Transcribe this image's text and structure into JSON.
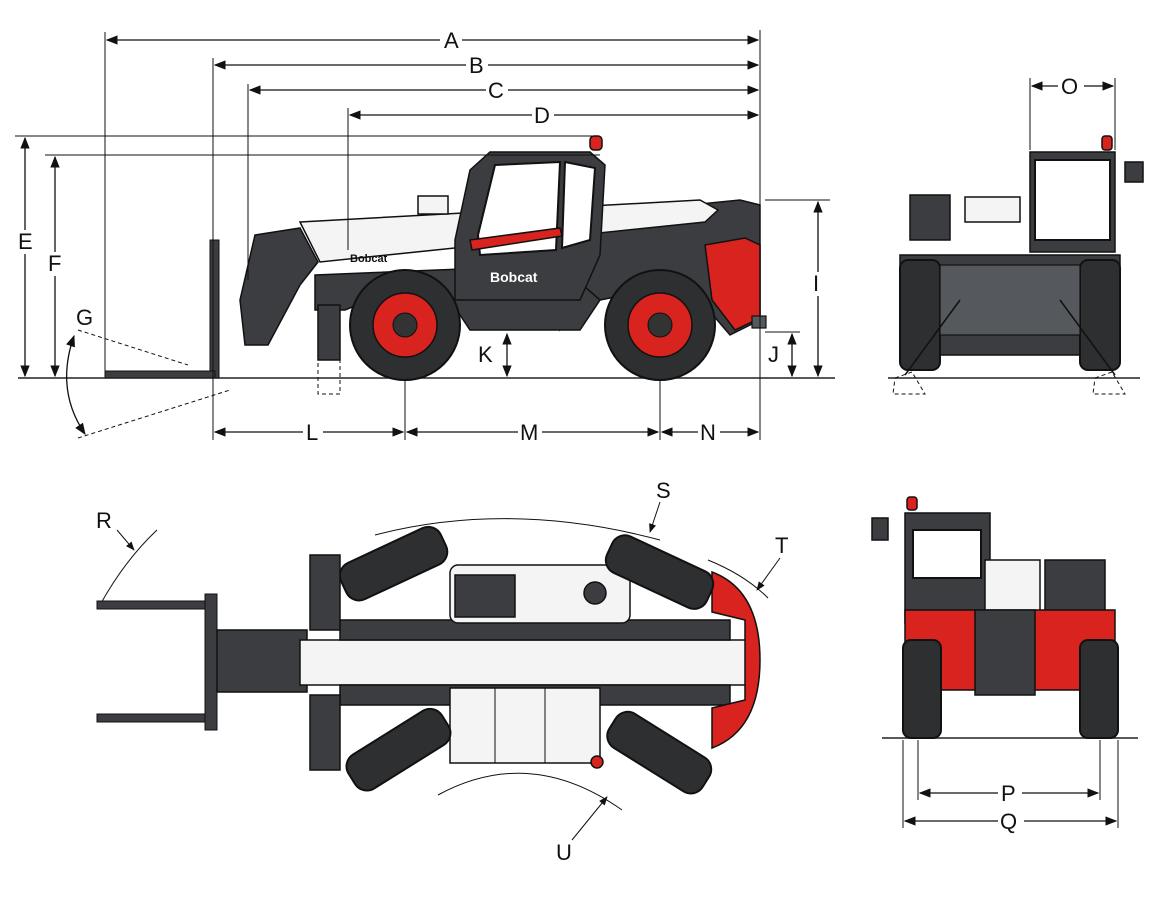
{
  "diagram": {
    "brand_text": "Bobcat",
    "colors": {
      "body": "#3b3d40",
      "accent": "#d8231f",
      "panel": "#f4f4f4"
    },
    "dimension_labels": {
      "A": "A",
      "B": "B",
      "C": "C",
      "D": "D",
      "E": "E",
      "F": "F",
      "G": "G",
      "I": "I",
      "J": "J",
      "K": "K",
      "L": "L",
      "M": "M",
      "N": "N",
      "O": "O",
      "P": "P",
      "Q": "Q",
      "R": "R",
      "S": "S",
      "T": "T",
      "U": "U"
    },
    "views": [
      "side-view",
      "rear-view",
      "top-view",
      "front-view"
    ]
  }
}
